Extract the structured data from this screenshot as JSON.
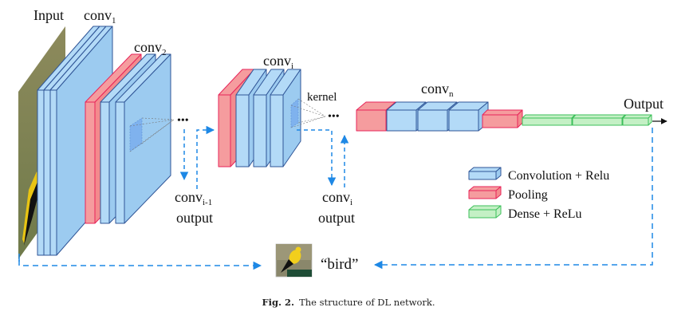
{
  "colors": {
    "conv_fill": "#b3daf7",
    "conv_side": "#9ccbf0",
    "conv_stroke": "#2f5597",
    "pool_fill": "#f59c9e",
    "pool_side": "#f38a8d",
    "pool_stroke": "#e8245a",
    "dense_fill": "#c4f0c5",
    "dense_stroke": "#3cbf5a",
    "arrow_blue": "#1e88e5",
    "kernel_fill": "#7fb2ee",
    "text": "#111111",
    "input_bg": "#878656"
  },
  "labels": {
    "input": "Input",
    "conv1": "conv",
    "conv1_sub": "1",
    "conv2": "conv",
    "conv2_sub": "2",
    "convi": "conv",
    "convi_sub": "i",
    "kernel": "kernel",
    "convn": "conv",
    "convn_sub": "n",
    "output": "Output",
    "conv_im1_output": "conv",
    "conv_im1_output_sub": "i-1",
    "conv_im1_output_line2": "output",
    "conv_i_output": "conv",
    "conv_i_output_sub": "i",
    "conv_i_output_line2": "output",
    "prediction": "“bird”",
    "ellipsis": "•••"
  },
  "legend": [
    {
      "type": "conv",
      "label": "Convolution + Relu"
    },
    {
      "type": "pool",
      "label": "Pooling"
    },
    {
      "type": "dense",
      "label": "Dense + ReLu"
    }
  ],
  "caption": {
    "prefix": "Fig. 2.",
    "text": "The structure of DL network."
  }
}
